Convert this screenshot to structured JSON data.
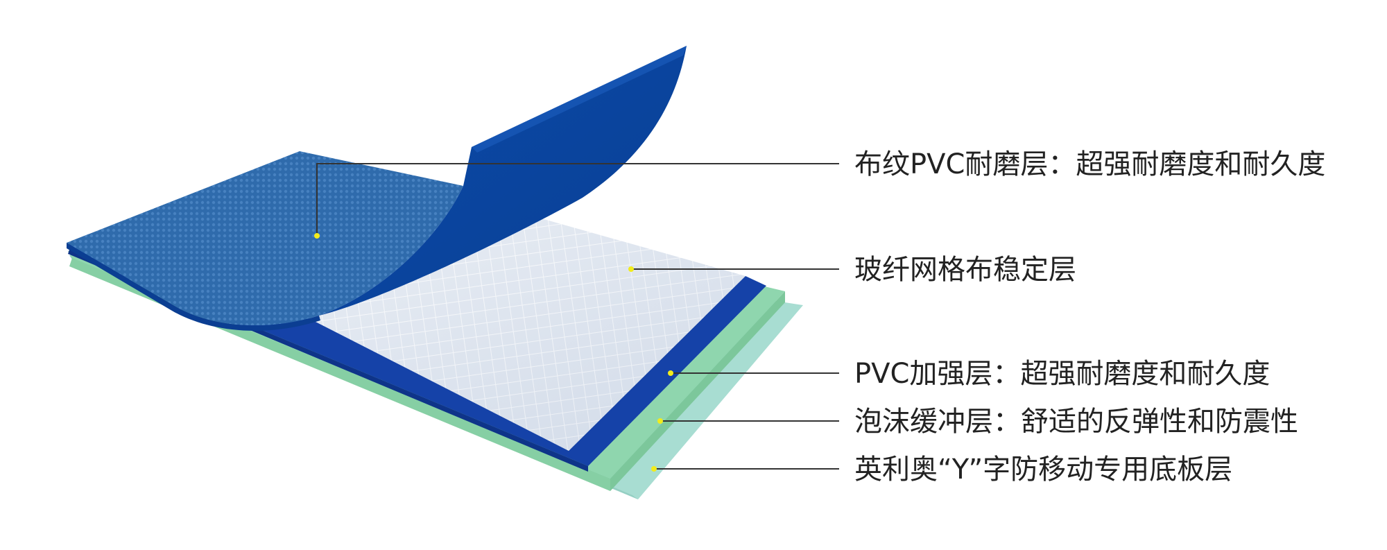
{
  "layers": [
    {
      "id": "pvc-wear",
      "label": "布纹PVC耐磨层：超强耐磨度和耐久度"
    },
    {
      "id": "fiberglass",
      "label": "玻纤网格布稳定层"
    },
    {
      "id": "pvc-reinforce",
      "label": "PVC加强层：超强耐磨度和耐久度"
    },
    {
      "id": "foam",
      "label": "泡沫缓冲层：舒适的反弹性和防震性"
    },
    {
      "id": "base",
      "label": "英利奥“Y”字防移动专用底板层"
    }
  ],
  "colors": {
    "pvc_top": "#2f6eb0",
    "pvc_flap": "#0a47a3",
    "reinforce": "#1241a8",
    "grid_bg": "#e3e9f2",
    "grid_line": "#ffffff",
    "foam": "#8fd6ae",
    "base": "#a7dcd1",
    "pointer_dot": "#f2ec1c"
  }
}
